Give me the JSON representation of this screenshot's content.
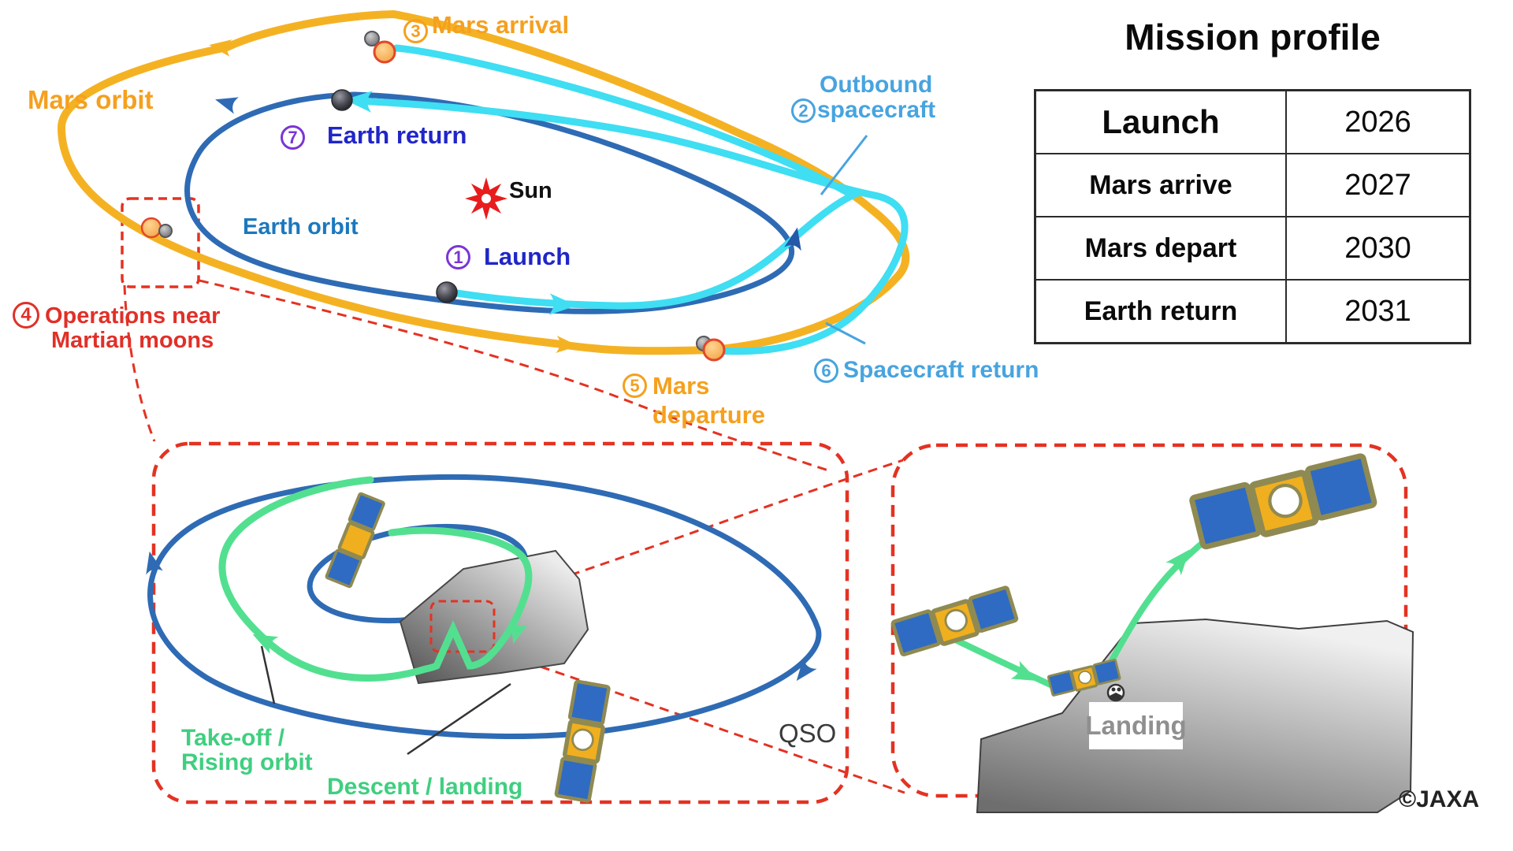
{
  "credit": "©JAXA",
  "mission_table": {
    "title": "Mission profile",
    "rows": [
      {
        "label": "Launch",
        "year": "2026"
      },
      {
        "label": "Mars arrive",
        "year": "2027"
      },
      {
        "label": "Mars depart",
        "year": "2030"
      },
      {
        "label": "Earth return",
        "year": "2031"
      }
    ]
  },
  "sun_label": "Sun",
  "orbits": {
    "mars": "Mars orbit",
    "earth": "Earth orbit"
  },
  "steps": {
    "launch": {
      "num": "1",
      "text": "Launch"
    },
    "outbound": {
      "num": "2",
      "line1": "Outbound",
      "line2": "spacecraft"
    },
    "mars_arrival": {
      "num": "3",
      "text": "Mars arrival"
    },
    "operations": {
      "num": "4",
      "line1": "Operations near",
      "line2": "Martian moons"
    },
    "mars_departure": {
      "num": "5",
      "line1": "Mars",
      "line2": "departure"
    },
    "spacecraft_return": {
      "num": "6",
      "text": "Spacecraft return"
    },
    "earth_return": {
      "num": "7",
      "text": "Earth return"
    }
  },
  "moon_inset": {
    "takeoff_line1": "Take-off /",
    "takeoff_line2": "Rising orbit",
    "descent": "Descent / landing",
    "qso": "QSO"
  },
  "landing_inset": {
    "landing": "Landing"
  },
  "colors": {
    "mars_orbit_yellow": "#F4B223",
    "earth_orbit_blue": "#2E6BB4",
    "trajectory_cyan": "#3FDEF2",
    "trajectory_green": "#52E090",
    "inset_red": "#E43222",
    "label_orange": "#F5A01E",
    "label_blue": "#2026C8",
    "label_light_blue": "#47A4DF",
    "label_green": "#3FCF7F",
    "sun_red": "#E81C1C"
  }
}
